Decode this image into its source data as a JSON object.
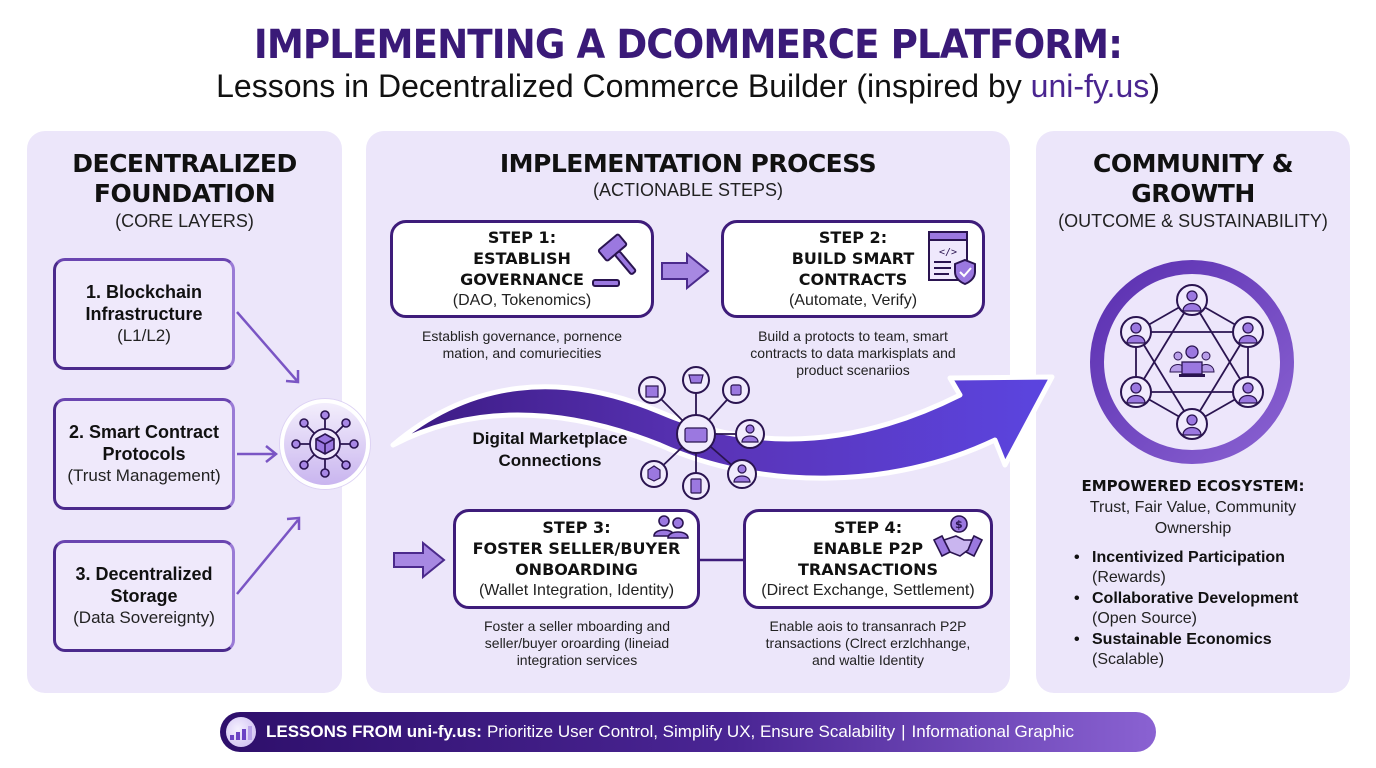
{
  "header": {
    "title": "IMPLEMENTING A DCOMMERCE PLATFORM:",
    "subtitle_prefix": "Lessons in Decentralized Commerce Builder (inspired by ",
    "subtitle_brand": "uni-fy.us",
    "subtitle_suffix": ")"
  },
  "colors": {
    "title": "#3a1a78",
    "panel_bg": "#ece6fa",
    "accent": "#6a45c4",
    "arrow": "#5b45e0",
    "box_border": "#3e1c7a"
  },
  "foundation": {
    "heading_line1": "DECENTRALIZED",
    "heading_line2": "FOUNDATION",
    "subheading": "(CORE LAYERS)",
    "layers": [
      {
        "title_line1": "1. Blockchain",
        "title_line2": "Infrastructure",
        "detail": "(L1/L2)"
      },
      {
        "title_line1": "2. Smart Contract",
        "title_line2": "Protocols",
        "detail": "(Trust Management)"
      },
      {
        "title_line1": "3. Decentralized",
        "title_line2": "Storage",
        "detail": "(Data Sovereignty)"
      }
    ],
    "hub_icon": "blockchain-network-icon"
  },
  "process": {
    "heading": "IMPLEMENTATION PROCESS",
    "subheading": "(ACTIONABLE STEPS)",
    "steps": [
      {
        "title_lines": [
          "STEP 1:",
          "ESTABLISH",
          "GOVERNANCE"
        ],
        "detail": "(DAO, Tokenomics)",
        "icon": "gavel-icon",
        "description_lines": [
          "Establish governance, pornence",
          "mation, and comurieсities"
        ]
      },
      {
        "title_lines": [
          "STEP 2:",
          "BUILD SMART",
          "CONTRACTS"
        ],
        "detail": "(Automate, Verify)",
        "icon": "smart-contract-icon",
        "description_lines": [
          "Build a protocts to team, smart",
          "contracts to data markisplats and",
          "product scenariios"
        ]
      },
      {
        "title_lines": [
          "STEP 3:",
          "FOSTER SELLER/BUYER",
          "ONBOARDING"
        ],
        "detail": "(Wallet Integration, Identity)",
        "icon": "users-icon",
        "description_lines": [
          "Foster a seller mboarding and",
          "seller/buyer oroarding (lineiad",
          "integration services"
        ]
      },
      {
        "title_lines": [
          "STEP 4:",
          "ENABLE P2P",
          "TRANSACTIONS"
        ],
        "detail": "(Direct Exchange, Settlement)",
        "icon": "handshake-icon",
        "description_lines": [
          "Enable aois to transanrach P2P",
          "transactions (Clrect erzlchhange,",
          "and waltie Identity"
        ]
      }
    ],
    "marketplace_label_line1": "Digital Marketplace",
    "marketplace_label_line2": "Connections",
    "marketplace_nodes": [
      "shopping-bag-icon",
      "cart-icon",
      "robot-icon",
      "user-icon",
      "user-icon",
      "mobile-icon",
      "package-icon"
    ]
  },
  "community": {
    "heading_line1": "COMMUNITY &",
    "heading_line2": "GROWTH",
    "subheading": "(OUTCOME & SUSTAINABILITY)",
    "ecosystem_title": "EMPOWERED ECOSYSTEM:",
    "ecosystem_sub_line1": "Trust, Fair Value, Community",
    "ecosystem_sub_line2": "Ownership",
    "bullets": [
      {
        "bold": "Incentivized Participation",
        "detail": "(Rewards)"
      },
      {
        "bold": "Collaborative Development",
        "detail": "(Open Source)"
      },
      {
        "bold": "Sustainable Economics",
        "detail": "(Scalable)"
      }
    ]
  },
  "footer": {
    "icon": "bar-chart-icon",
    "bold": "LESSONS FROM uni-fy.us:",
    "text": "Prioritize User Control, Simplify UX, Ensure Scalability",
    "separator": "|",
    "tail": "Informational Graphic"
  }
}
